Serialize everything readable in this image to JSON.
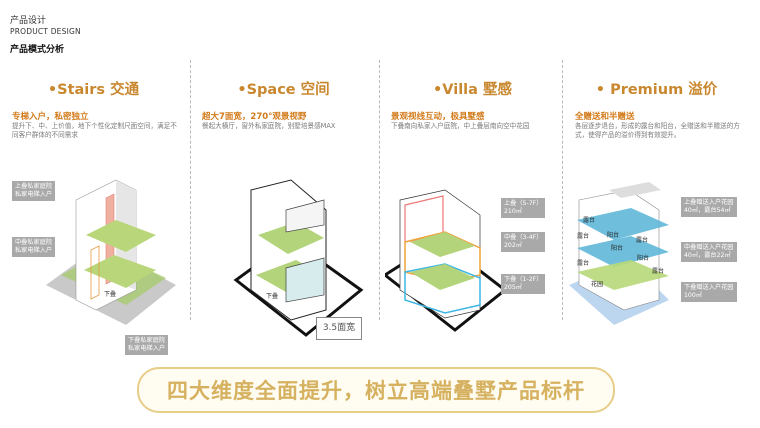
{
  "header": {
    "title_cn": "产品设计",
    "title_en": "PRODUCT DESIGN",
    "subtitle": "产品模式分析"
  },
  "columns": [
    {
      "title": "•Stairs 交通",
      "feature": "专梯入户，私密独立",
      "description": "提升下、中、上价值，地下个性化定制尺面空间，满足不同客户群体的不同需求",
      "callouts": [
        "上叠私家庭院\n私家电梯入户",
        "中叠私家庭院\n私家电梯入户",
        "下叠私家庭院\n私家电梯入户"
      ],
      "building_label": "下叠"
    },
    {
      "title": "•Space 空间",
      "feature": "超大7面宽，270°观景视野",
      "description": "餐起大横厅，窗外私家庭院，别墅培景感MAX",
      "building_label": "下叠",
      "width_tag": "3.5面宽"
    },
    {
      "title": "•Villa 墅感",
      "feature": "景观视线互动，极具墅感",
      "description": "下叠南向私家入户庭院，中上叠层南向空中花园",
      "callouts": [
        "上叠（5-7F）\n210㎡",
        "中叠（3-4F）\n202㎡",
        "下叠（1-2F）\n205㎡"
      ]
    },
    {
      "title": "• Premium 溢价",
      "feature": "全赠送和半赠送",
      "description": "各层逐步退台，形成的露台和阳台，全赠送和半赠送的方式，使得产品的溢价得到有效提升。",
      "callouts": [
        "上叠赠送入户花园\n40㎡，露台54㎡",
        "中叠赠送入户花园\n40㎡，露台22㎡",
        "下叠赠送入户花园\n100㎡"
      ],
      "building_labels": [
        "露台",
        "露台",
        "阳台",
        "露台",
        "阳台",
        "露台",
        "阳台",
        "露台",
        "花园"
      ]
    }
  ],
  "banner": "四大维度全面提升，树立高端叠墅产品标杆",
  "colors": {
    "title_gold": "#c9882f",
    "feature_orange": "#d27a19",
    "banner_gold": "#d6b160",
    "callout_gray": "#a9a9a9",
    "pool_blue": "#5fb7d8",
    "greenery": "#b7d878"
  }
}
